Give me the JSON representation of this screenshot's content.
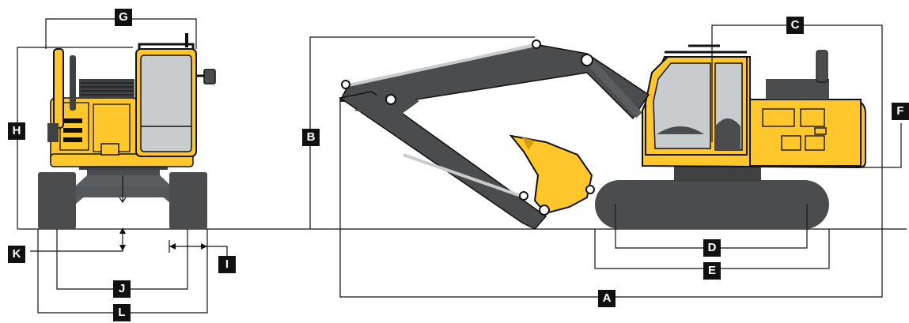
{
  "colors": {
    "yellow": "#FFC72C",
    "yellow_dark": "#D79A0C",
    "gray_dark": "#4A4C4E",
    "gray_mid": "#6B6E70",
    "glass": "#C9CCCE",
    "black": "#111111",
    "line": "#111111"
  },
  "labels": {
    "A": "A",
    "B": "B",
    "C": "C",
    "D": "D",
    "E": "E",
    "F": "F",
    "G": "G",
    "H": "H",
    "I": "I",
    "J": "J",
    "K": "K",
    "L": "L"
  },
  "icons": {
    "front_view": "excavator-front-view-icon",
    "side_view": "excavator-side-view-icon"
  }
}
